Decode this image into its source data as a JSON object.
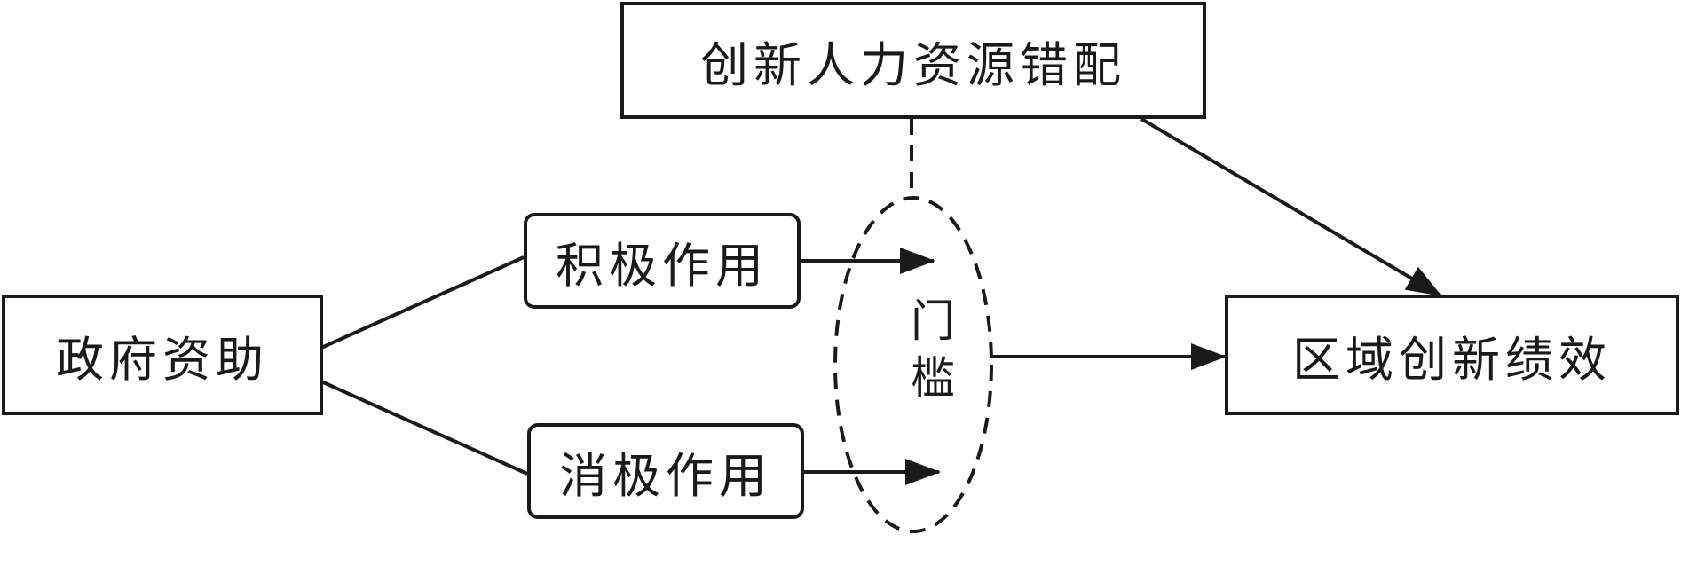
{
  "nodes": {
    "misallocation": "创新人力资源错配",
    "positive": "积极作用",
    "government_funding": "政府资助",
    "negative": "消极作用",
    "regional_performance": "区域创新绩效",
    "threshold_chars": [
      "门",
      "槛"
    ]
  },
  "colors": {
    "stroke": "#1a1a1a",
    "background": "#ffffff"
  }
}
